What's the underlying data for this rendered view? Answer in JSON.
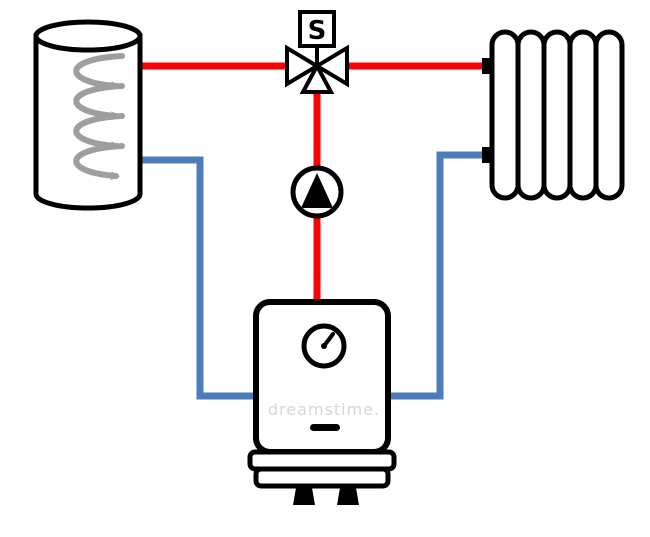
{
  "diagram": {
    "title": "heating-system-schematic",
    "valve_label": "S",
    "watermark": "dreamstime.",
    "components": {
      "tank": "hot-water-storage-tank",
      "valve": "three-way-mixing-valve-with-servo",
      "radiator": "radiator",
      "pump": "circulation-pump",
      "boiler": "boiler"
    },
    "colors": {
      "pipe_hot": "#ff0000",
      "pipe_return": "#4d7cba",
      "outline": "#000000",
      "coil": "#9e9e9e",
      "watermark": "#d6d6d6"
    }
  }
}
